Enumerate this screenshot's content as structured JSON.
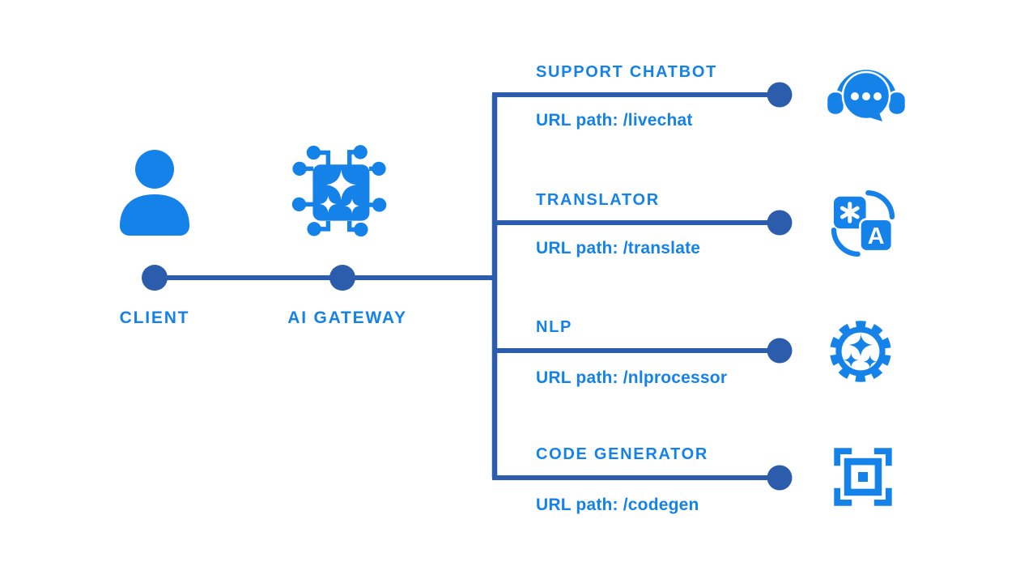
{
  "colors": {
    "accent": "#1482e8",
    "connector": "#2b5dac"
  },
  "diagram": {
    "client": {
      "label": "CLIENT",
      "icon": "person-icon"
    },
    "gateway": {
      "label": "AI GATEWAY",
      "icon": "ai-chip-sparkles-icon"
    },
    "services": [
      {
        "name": "SUPPORT CHATBOT",
        "url_path": "URL path: /livechat",
        "icon": "chatbot-headset-icon"
      },
      {
        "name": "TRANSLATOR",
        "url_path": "URL path: /translate",
        "icon": "translate-icon"
      },
      {
        "name": "NLP",
        "url_path": "URL path: /nlprocessor",
        "icon": "gear-sparkles-icon"
      },
      {
        "name": "CODE GENERATOR",
        "url_path": "URL path: /codegen",
        "icon": "code-frame-icon"
      }
    ]
  }
}
